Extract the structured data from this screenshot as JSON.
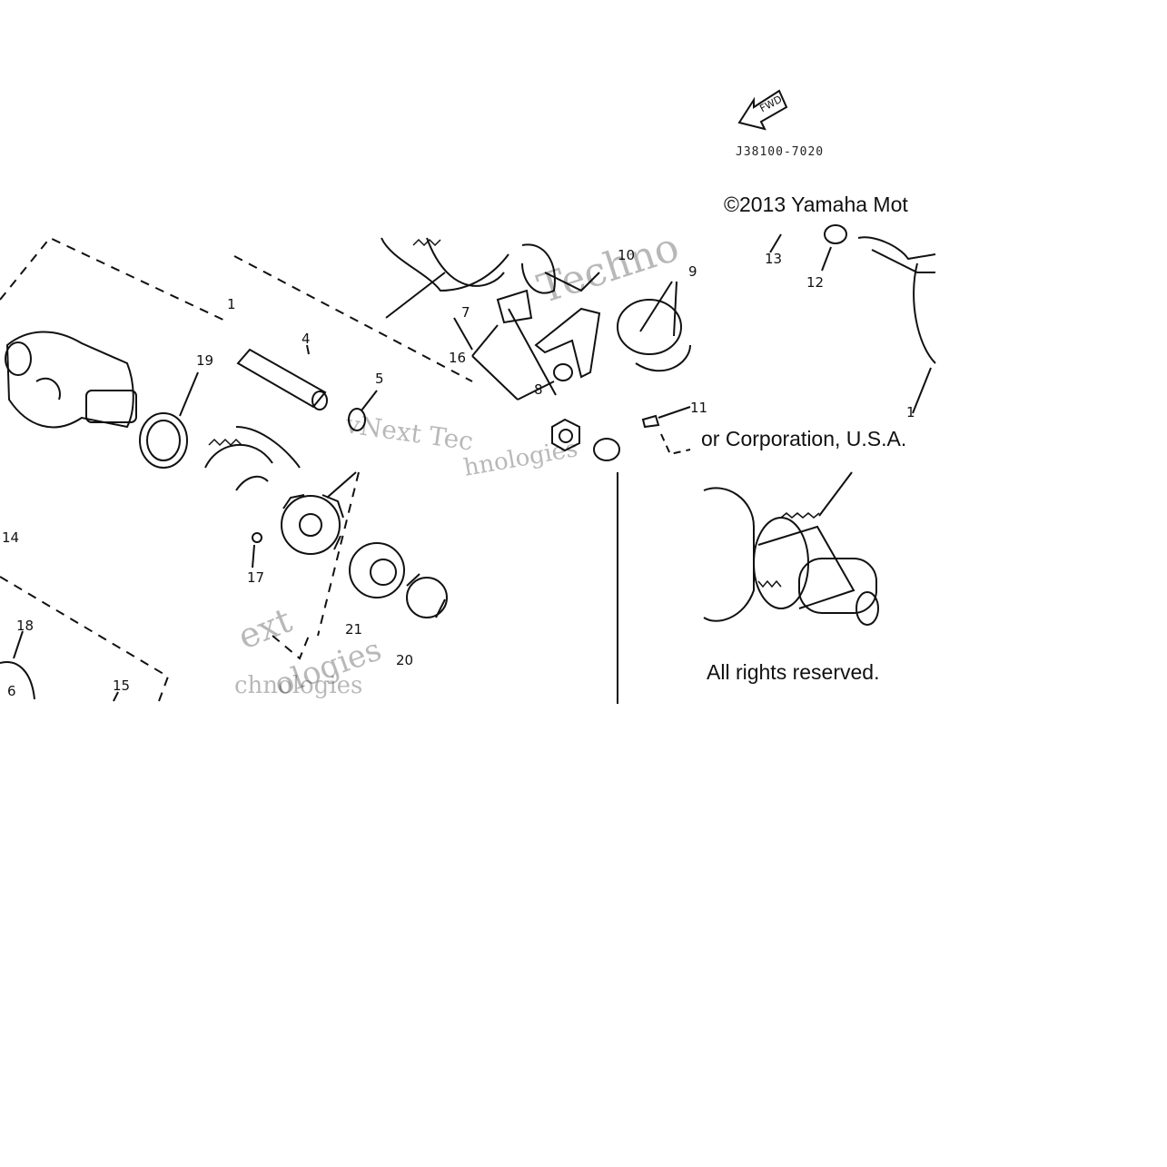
{
  "diagram": {
    "drawing_code": "J38100-7020",
    "fwd_badge": "FWD",
    "copyright_line1": "©2013 Yamaha Mot",
    "copyright_line2": "or Corporation, U.S.A.",
    "copyright_line3": "All rights reserved.",
    "watermark_a": "vNext Tec",
    "watermark_b": "hnologies",
    "watermark_c": "Techno",
    "watermark_d": "ext",
    "watermark_e": "ologies",
    "watermark_f": "chnologies",
    "callouts": [
      "1",
      "19",
      "4",
      "5",
      "16",
      "8",
      "9",
      "10",
      "11",
      "13",
      "12",
      "17",
      "21",
      "20",
      "18",
      "15",
      "14",
      "1",
      "7",
      "6"
    ]
  }
}
